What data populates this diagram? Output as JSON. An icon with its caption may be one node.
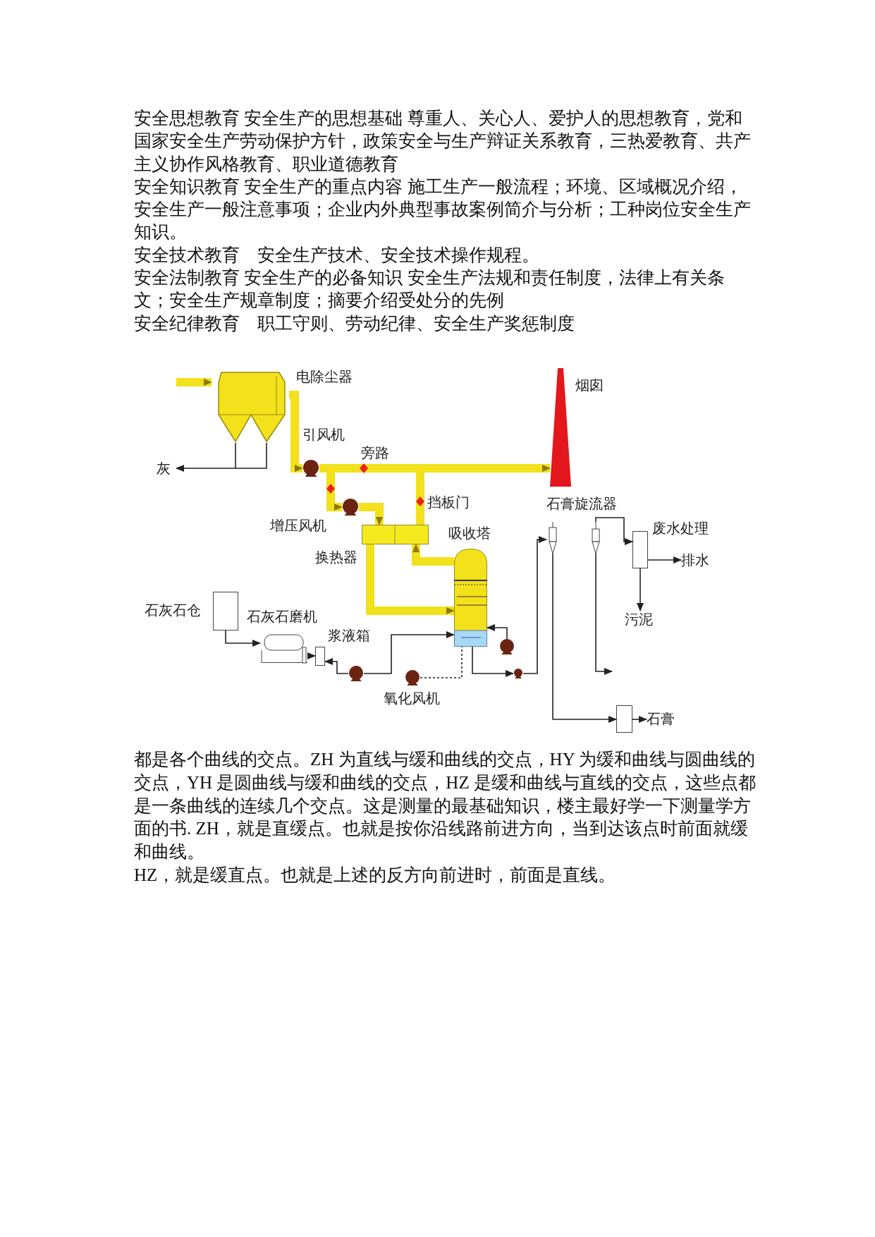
{
  "diagram": {
    "nodes": [
      {
        "text": [
          "电除尘器"
        ]
      },
      {
        "text": [
          "烟囱"
        ]
      },
      {
        "text": [
          "引风机"
        ]
      },
      {
        "text": [
          "增压风机"
        ]
      },
      {
        "text": [
          "换热器"
        ]
      },
      {
        "text": [
          "吸收塔"
        ]
      },
      {
        "text": [
          "石灰石仓"
        ]
      },
      {
        "text": [
          "石灰石磨机"
        ]
      },
      {
        "text": [
          "浆液箱"
        ]
      },
      {
        "text": [],
        "shape": "pump"
      },
      {
        "text": [
          "氧化风机"
        ]
      },
      {
        "text": [],
        "shape": "pump"
      },
      {
        "text": [],
        "shape": "pump"
      },
      {
        "text": [
          "石膏旋流器"
        ]
      },
      {
        "text": [
          "废水处理"
        ]
      },
      {
        "text": [],
        "shape": "box"
      },
      {
        "text": [
          "灰"
        ]
      },
      {
        "text": [
          "排水"
        ]
      },
      {
        "text": [
          "污泥"
        ]
      },
      {
        "text": [
          "石膏"
        ]
      }
    ],
    "edges": [
      {
        "from": null,
        "to": 0,
        "arrow": "to",
        "style": "thick",
        "color": "#f3e11b"
      },
      {
        "from": 0,
        "to": 16,
        "arrow": "to"
      },
      {
        "from": 0,
        "to": 2,
        "arrow": "to",
        "style": "thick",
        "color": "#f3e11b"
      },
      {
        "from": 2,
        "to": 1,
        "arrow": "to",
        "style": "thick",
        "color": "#f3e11b"
      },
      {
        "from": 2,
        "to": 3,
        "arrow": "to",
        "style": "thick",
        "color": "#f3e11b"
      },
      {
        "from": 3,
        "to": 4,
        "arrow": "to",
        "style": "thick",
        "color": "#f3e11b"
      },
      {
        "from": 4,
        "to": 5,
        "arrow": "to",
        "style": "thick",
        "color": "#f3e11b"
      },
      {
        "from": 5,
        "to": 4,
        "arrow": "to",
        "style": "thick",
        "color": "#f3e11b"
      },
      {
        "from": 4,
        "to": 1,
        "arrow": "to",
        "style": "thick",
        "color": "#f3e11b"
      },
      {
        "from": 6,
        "to": 7,
        "arrow": "to"
      },
      {
        "from": 7,
        "to": 8,
        "arrow": "to"
      },
      {
        "from": 9,
        "to": 8,
        "arrow": "to"
      },
      {
        "from": 9,
        "to": 5,
        "arrow": "to"
      },
      {
        "from": 10,
        "to": 5,
        "arrow": "none",
        "style": "dashed"
      },
      {
        "from": 5,
        "to": 12,
        "arrow": "to"
      },
      {
        "from": 12,
        "to": 13,
        "arrow": "to"
      },
      {
        "from": 11,
        "to": 5,
        "arrow": "to"
      },
      {
        "from": 13,
        "to": 15,
        "arrow": "to"
      },
      {
        "from": 13,
        "to": 14,
        "arrow": "to"
      },
      {
        "from": 14,
        "to": 17,
        "arrow": "to"
      },
      {
        "from": 14,
        "to": 18,
        "arrow": "to"
      },
      {
        "from": 15,
        "to": 19,
        "arrow": "to"
      },
      {
        "from": 13,
        "to": null,
        "arrow": "to"
      }
    ],
    "labels": [
      "安全思想教育 安全生产的思想基础 尊重人、关心人、爱护人的思想教育，党和国家安全生产劳动保护方针，政策安全与生产辩证关系教育，三热爱教育、共产主义协作风格教育、职业道德教育",
      "安全知识教育 安全生产的重点内容 施工生产一般流程；环境、区域概况介绍，安全生产一般注意事项；企业内外典型事故案例简介与分析；工种岗位安全生产知识。",
      "安全技术教育　安全生产技术、安全技术操作规程。",
      "安全法制教育 安全生产的必备知识 安全生产法规和责任制度，法律上有关条文；安全生产规章制度；摘要介绍受处分的先例",
      "安全纪律教育　职工守则、劳动纪律、安全生产奖惩制度",
      "旁路",
      "挡板门",
      "都是各个曲线的交点。ZH 为直线与缓和曲线的交点，HY 为缓和曲线与圆曲线的交点，YH 是圆曲线与缓和曲线的交点，HZ 是缓和曲线与直线的交点，这些点都是一条曲线的连续几个交点。这是测量的最基础知识，楼主最好学一下测量学方面的书. ZH，就是直缓点。也就是按你沿线路前进方向，当到达该点时前面就缓和曲线。",
      "HZ，就是缓直点。也就是上述的反方向前进时，前面是直线。"
    ]
  }
}
